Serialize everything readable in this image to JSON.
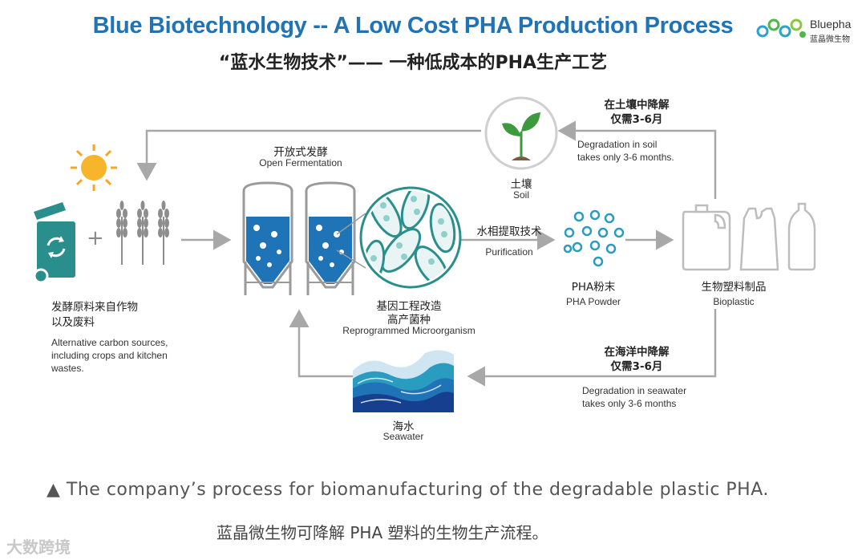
{
  "title_en": "Blue Biotechnology -- A Low Cost PHA Production Process",
  "title_zh": "“蓝水生物技术”—— 一种低成本的PHA生产工艺",
  "logo": {
    "name": "Bluepha",
    "sub": "蓝晶微生物",
    "icon": "bluepha-logo-icon"
  },
  "feedstock": {
    "zh_line1": "发酵原料来自作物",
    "zh_line2": "以及废料",
    "en_line1": "Alternative carbon sources,",
    "en_line2": "including crops and kitchen",
    "en_line3": "wastes.",
    "plus": "+"
  },
  "fermentation": {
    "zh": "开放式发酵",
    "en": "Open Fermentation"
  },
  "microorganism": {
    "zh_line1": "基因工程改造",
    "zh_line2": "高产菌种",
    "en": "Reprogrammed Microorganism"
  },
  "purification": {
    "zh": "水相提取技术",
    "en": "Purification"
  },
  "pha_powder": {
    "zh": "PHA粉末",
    "en": "PHA Powder"
  },
  "bioplastic": {
    "zh": "生物塑料制品",
    "en": "Bioplastic"
  },
  "soil": {
    "zh": "土壤",
    "en": "Soil"
  },
  "soil_degradation": {
    "zh_line1": "在土壤中降解",
    "zh_line2": "仅需3-6月",
    "en_line1": "Degradation in soil",
    "en_line2": "takes only 3-6 months."
  },
  "seawater": {
    "zh": "海水",
    "en": "Seawater"
  },
  "sea_degradation": {
    "zh_line1": "在海洋中降解",
    "zh_line2": "仅需3-6月",
    "en_line1": "Degradation in seawater",
    "en_line2": "takes only 3-6 months"
  },
  "caption_en": "▲ The company’s process for biomanufacturing of the degradable plastic PHA.",
  "caption_zh": "蓝晶微生物可降解 PHA 塑料的生物生产流程。",
  "watermark": "大数跨境",
  "colors": {
    "blue": "#1f73b7",
    "teal": "#2a8f8c",
    "arrow": "#a8a8a8",
    "green": "#3c9a3c"
  }
}
